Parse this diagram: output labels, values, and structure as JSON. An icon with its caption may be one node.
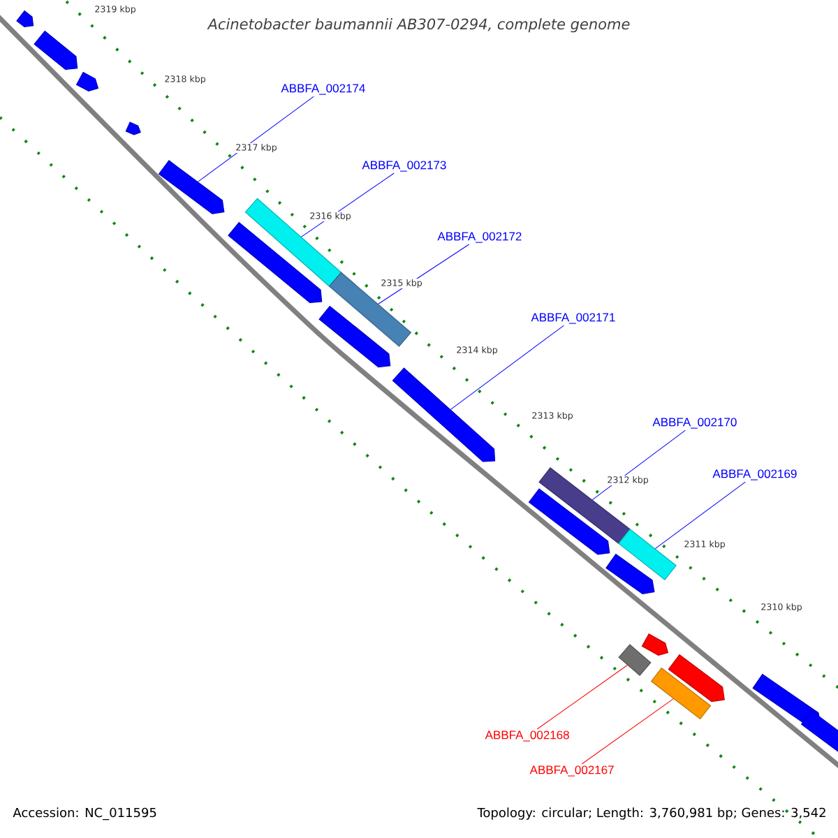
{
  "diagram": {
    "title": "Acinetobacter baumannii AB307-0294, complete genome",
    "nodes": [
      {
        "text": [],
        "shape": "pentagon"
      },
      {
        "text": [],
        "shape": "pentagon"
      },
      {
        "text": [],
        "shape": "pentagon"
      },
      {
        "text": [],
        "shape": "pentagon"
      },
      {
        "text": [],
        "shape": "pentagon"
      },
      {
        "text": [],
        "shape": "pentagon"
      },
      {
        "text": [],
        "shape": "bar"
      },
      {
        "text": [],
        "shape": "pentagon"
      },
      {
        "text": [],
        "shape": "bar"
      },
      {
        "text": [],
        "shape": "pentagon"
      },
      {
        "text": [],
        "shape": "pentagon"
      },
      {
        "text": [],
        "shape": "bar"
      },
      {
        "text": [],
        "shape": "pentagon"
      },
      {
        "text": [],
        "shape": "bar"
      },
      {
        "text": [],
        "shape": "bar"
      },
      {
        "text": [],
        "shape": "pentagon"
      },
      {
        "text": [],
        "shape": "bar"
      },
      {
        "text": [],
        "shape": "pentagon"
      },
      {
        "text": [],
        "shape": "pentagon"
      },
      {
        "text": [],
        "shape": "pentagon"
      },
      {
        "text": [
          "ABBFA_002174"
        ]
      },
      {
        "text": [
          "ABBFA_002173"
        ]
      },
      {
        "text": [
          "ABBFA_002172"
        ]
      },
      {
        "text": [
          "ABBFA_002171"
        ]
      },
      {
        "text": [
          "ABBFA_002170"
        ]
      },
      {
        "text": [
          "ABBFA_002169"
        ]
      },
      {
        "text": [
          "ABBFA_002168"
        ]
      },
      {
        "text": [
          "ABBFA_002167"
        ]
      }
    ],
    "edges": [
      {
        "from": 20,
        "to": 4,
        "arrow": "none"
      },
      {
        "from": 21,
        "to": 6,
        "arrow": "none"
      },
      {
        "from": 22,
        "to": 8,
        "arrow": "none"
      },
      {
        "from": 23,
        "to": 9,
        "arrow": "none"
      },
      {
        "from": 24,
        "to": 11,
        "arrow": "none"
      },
      {
        "from": 25,
        "to": 13,
        "arrow": "none"
      },
      {
        "from": 26,
        "to": 14,
        "arrow": "none",
        "color": "#ff0000"
      },
      {
        "from": 27,
        "to": 16,
        "arrow": "none",
        "color": "#ff0000"
      }
    ],
    "labels": [
      "2319 kbp",
      "2318 kbp",
      "2317 kbp",
      "2316 kbp",
      "2315 kbp",
      "2314 kbp",
      "2313 kbp",
      "2312 kbp",
      "2311 kbp",
      "2310 kbp",
      "Accession: NC_011595",
      "Topology: circular; Length: 3,760,981 bp; Genes: 3,542"
    ]
  }
}
